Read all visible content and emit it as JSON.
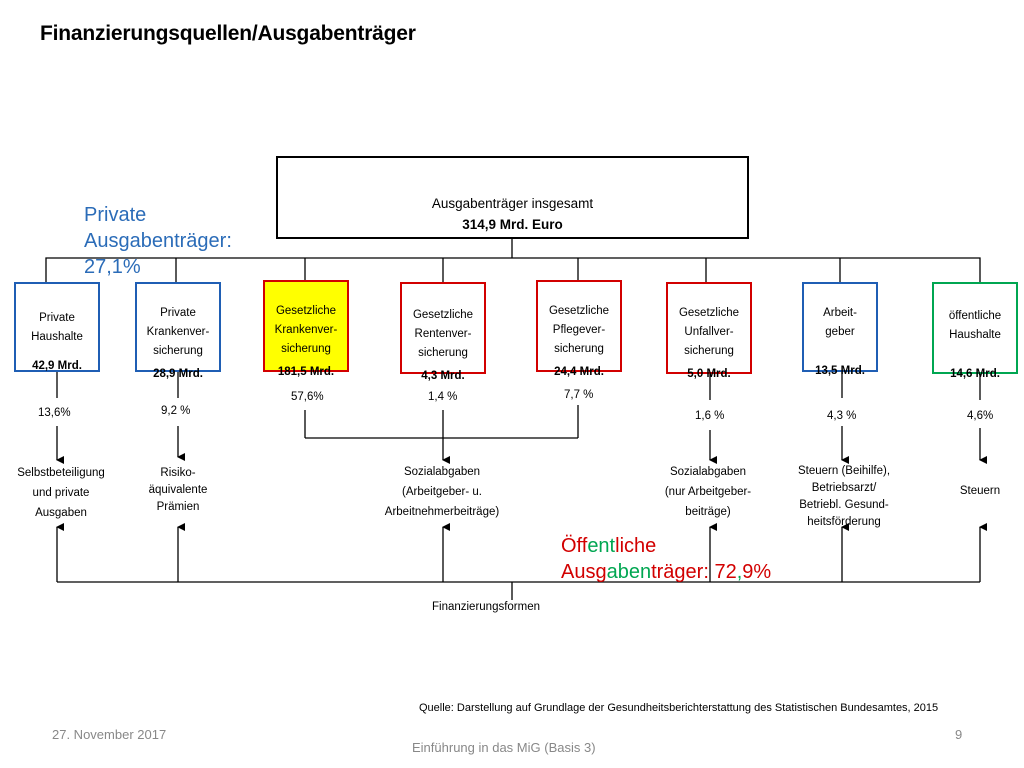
{
  "title": "Finanzierungsquellen/Ausgabenträger",
  "main_box": {
    "label": "Ausgabenträger insgesamt",
    "amount": "314,9 Mrd. Euro"
  },
  "private_label": "Private\nAusgabenträger:\n27,1%",
  "public_label": {
    "w1a": "Öff",
    "w1b": "ent",
    "w1c": "liche",
    "w2a": "Ausg",
    "w2b": "aben",
    "w2c": "träger: 72",
    "w2d": ",",
    "w2e": "9%"
  },
  "boxes": [
    {
      "label": "Private\nHaushalte",
      "amount": "42,9 Mrd."
    },
    {
      "label": "Private\nKrankenver-\nsicherung",
      "amount": "28,9 Mrd."
    },
    {
      "label": "Gesetzliche\nKrankenver-\nsicherung",
      "amount": "181,5 Mrd."
    },
    {
      "label": "Gesetzliche\nRentenver-\nsicherung",
      "amount": "4,3 Mrd."
    },
    {
      "label": "Gesetzliche\nPflegever-\nsicherung",
      "amount": "24,4 Mrd."
    },
    {
      "label": "Gesetzliche\nUnfallver-\nsicherung",
      "amount": "5,0 Mrd."
    },
    {
      "label": "Arbeit-\ngeber",
      "amount": "13,5 Mrd."
    },
    {
      "label": "öffentliche\nHaushalte",
      "amount": "14,6 Mrd."
    }
  ],
  "percentages": [
    "13,6%",
    "9,2 %",
    "57,6%",
    "1,4 %",
    "7,7 %",
    "1,6 %",
    "4,3 %",
    "4,6%"
  ],
  "financing": [
    "Selbstbeteiligung\nund private\nAusgaben",
    "Risiko-\näquivalente\nPrämien",
    "Sozialabgaben\n(Arbeitgeber- u.\nArbeitnehmerbeiträge)",
    "Sozialabgaben\n(nur Arbeitgeber-\nbeiträge)",
    "Steuern (Beihilfe),\nBetriebsarzt/\nBetriebl. Gesund-\nheitsförderung",
    "Steuern"
  ],
  "financing_forms": "Finanzierungsformen",
  "source": "Quelle: Darstellung auf Grundlage der Gesundheitsberichterstattung des Statistischen Bundesamtes, 2015",
  "footer": {
    "date": "27. November 2017",
    "center": "Einführung in das MiG (Basis 3)",
    "page": "9"
  },
  "colors": {
    "private": "#1f5eb4",
    "statutory": "#d20000",
    "public": "#00a651",
    "highlight": "#ffff00"
  }
}
